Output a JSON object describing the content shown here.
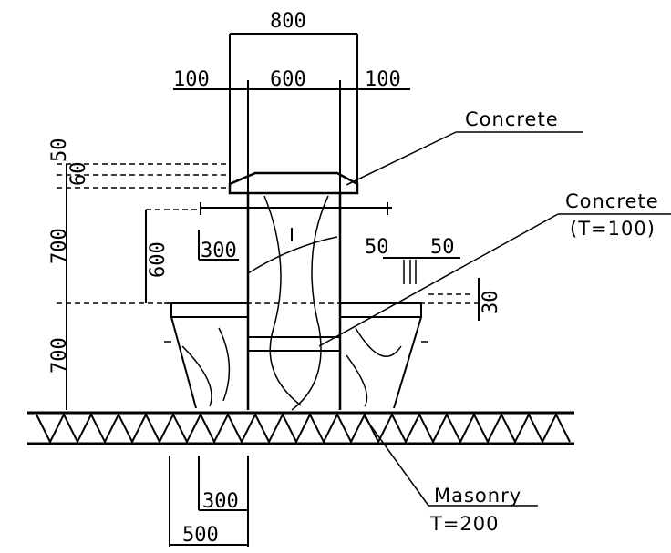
{
  "dimensions": {
    "top_total": "800",
    "left_gap": "100",
    "center_width": "600",
    "right_gap": "100",
    "cap_50": "50",
    "cap_60": "60",
    "upper_height": "700",
    "pier_600": "600",
    "inset_300": "300",
    "gap_50_left": "50",
    "gap_50_right": "50",
    "step_30": "30",
    "lower_height": "700",
    "base_300": "300",
    "base_500": "500"
  },
  "labels": {
    "concrete_top": "Concrete",
    "concrete_mid": "Concrete",
    "concrete_mid_thickness": "(T=100)",
    "masonry": "Masonry",
    "masonry_thickness": "T=200"
  }
}
